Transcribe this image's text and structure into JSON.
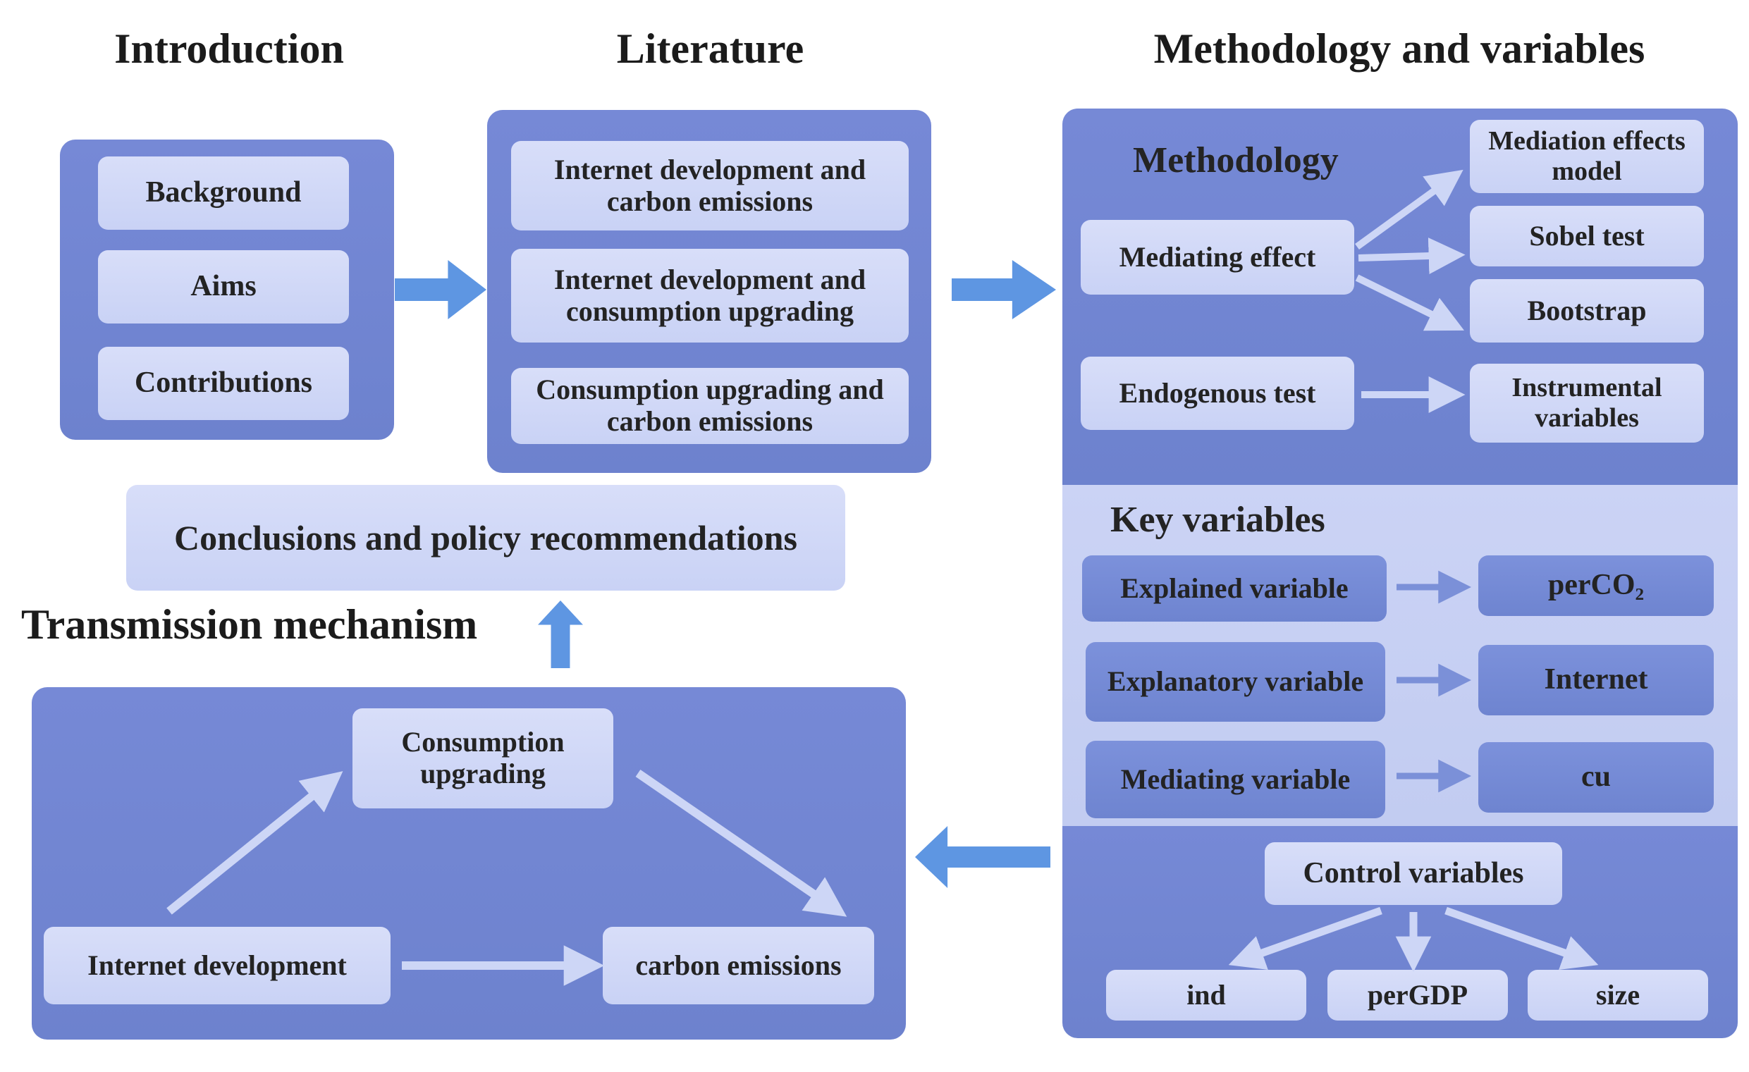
{
  "sections": {
    "introduction": {
      "title": "Introduction",
      "items": [
        "Background",
        "Aims",
        "Contributions"
      ]
    },
    "literature": {
      "title": "Literature",
      "items": [
        "Internet development and carbon emissions",
        "Internet development and consumption upgrading",
        "Consumption upgrading and carbon emissions"
      ]
    },
    "methodology_and_variables": {
      "title": "Methodology and variables",
      "methodology": {
        "heading": "Methodology",
        "mediating_effect": "Mediating effect",
        "endogenous_test": "Endogenous test",
        "mediation_effects_model": "Mediation effects model",
        "sobel_test": "Sobel test",
        "bootstrap": "Bootstrap",
        "instrumental_variables": "Instrumental variables"
      },
      "key_variables": {
        "heading": "Key variables",
        "rows": [
          {
            "left": "Explained variable",
            "right": "perCO₂"
          },
          {
            "left": "Explanatory variable",
            "right": "Internet"
          },
          {
            "left": "Mediating variable",
            "right": "cu"
          }
        ]
      },
      "control_variables": {
        "heading": "Control variables",
        "items": [
          "ind",
          "perGDP",
          "size"
        ]
      }
    },
    "conclusions": {
      "label": "Conclusions and policy recommendations"
    },
    "transmission": {
      "title": "Transmission mechanism",
      "consumption_upgrading": "Consumption upgrading",
      "internet_development": "Internet development",
      "carbon_emissions": "carbon emissions"
    }
  },
  "colors": {
    "panel_blue": "#7087d2",
    "panel_light": "#c7d0f3",
    "box_light": "#cfd7f7",
    "box_blue": "#7289d6",
    "big_arrow_blue": "#5e96e2",
    "light_arrow": "#cdd6f6",
    "key_arrow_blue": "#7b90d8",
    "text_dark": "#212121",
    "background": "#ffffff"
  }
}
